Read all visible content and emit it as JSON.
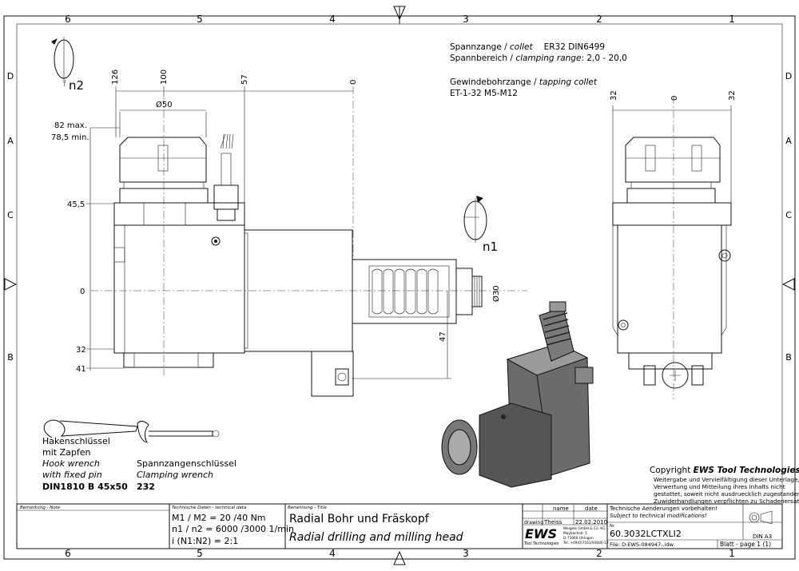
{
  "border": {
    "columns": [
      "6",
      "5",
      "4",
      "3",
      "2",
      "1"
    ],
    "rows": [
      "D",
      "C",
      "B",
      "A"
    ]
  },
  "notes": {
    "collet_de": "Spannzange / ",
    "collet_en": "collet",
    "collet_spec": "ER32    DIN6499",
    "range_de": "Spannbereich / ",
    "range_en": "clamping range",
    "range_spec": ": 2,0 - 20,0",
    "tap_de": "Gewindebohrzange / ",
    "tap_en": "tapping collet",
    "tap_spec": "ET-1-32    M5-M12"
  },
  "rotations": {
    "n1": "n1",
    "n2": "n2"
  },
  "dimensions": {
    "d126": "126",
    "d100": "100",
    "d57": "57",
    "d0_top": "0",
    "dia50": "Ø50",
    "max82": "82 max.",
    "min785": "78,5 min.",
    "d455": "45,5",
    "d0_left": "0",
    "d32": "32",
    "d41": "41",
    "dia30": "Ø30",
    "d47": "47",
    "side32a": "32",
    "side0": "0",
    "side32b": "32"
  },
  "tools": {
    "hook1": "Hakenschlüssel",
    "hook2": "mit Zapfen",
    "hook3": "Hook wrench",
    "hook4": "with fixed pin",
    "hook5": "DIN1810 B 45x50",
    "clamp1": "Spannzangenschlüssel",
    "clamp2": "Clamping wrench",
    "clamp3": "232"
  },
  "copyright": {
    "line1a": "Copyright ",
    "line1b": "EWS Tool Technologies",
    "l2": "Weitergabe und Vervielfältigung dieser Unterlage,",
    "l3": "Verwertung und Mitteilung ihres Inhalts nicht",
    "l4": "gestattet, soweit nicht ausdruecklich zugestanden.",
    "l5": "Zuwiderhandlungen verpflichten zu Schadenersatz."
  },
  "titleblock": {
    "remark_label": "Bemerkung - Note",
    "techdata_label": "Technische Daten - technical data",
    "torque": "M1 / M2 = 20  /40  Nm",
    "speed": "n1 / n2 = 6000 /3000  1/min",
    "ratio": "i  (N1:N2)  = 2:1",
    "title_label": "Benennung - Title",
    "title_de": "Radial Bohr und Fräskopf",
    "title_en": "Radial drilling and milling head",
    "name_hdr": "name",
    "date_hdr": "date",
    "drawing_label": "drawing",
    "drawer": "Theiss",
    "date": "22.02.2010",
    "logo": "EWS",
    "logo_sub": "Tool Technologies",
    "company1": "Weigele GmbH & Co. KG",
    "company2": "Maybachstr. 1",
    "company3": "D-73066 Uhingen",
    "company4": "Tel. +49(0)7161/93040-12",
    "change_de": "Technische Aenderungen vorbehalten!",
    "change_en": "Subject to technical modifications!",
    "nr_label": "Nr.",
    "part_no": "60.3032LCTXLI2",
    "file": "File: D-EWS-084947-.idw",
    "sheet": "Blatt - page  1 (1)",
    "format": "DIN A3"
  }
}
